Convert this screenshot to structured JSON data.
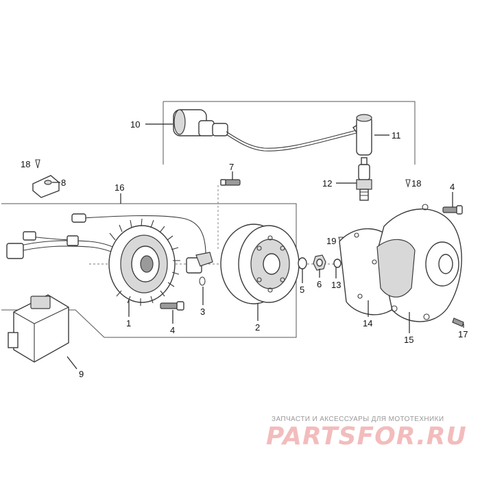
{
  "callouts": {
    "c1": "1",
    "c2": "2",
    "c3": "3",
    "c4a": "4",
    "c4b": "4",
    "c5": "5",
    "c6": "6",
    "c7": "7",
    "c8": "8",
    "c9": "9",
    "c10": "10",
    "c11": "11",
    "c12": "12",
    "c13": "13",
    "c14": "14",
    "c15": "15",
    "c16": "16",
    "c17": "17",
    "c18a": "18",
    "c18b": "18",
    "c19": "19"
  },
  "watermark": {
    "subtitle": "ЗАПЧАСТИ И АКСЕССУАРЫ ДЛЯ МОТОТЕХНИКИ",
    "logo": "PARTSFOR.RU"
  }
}
